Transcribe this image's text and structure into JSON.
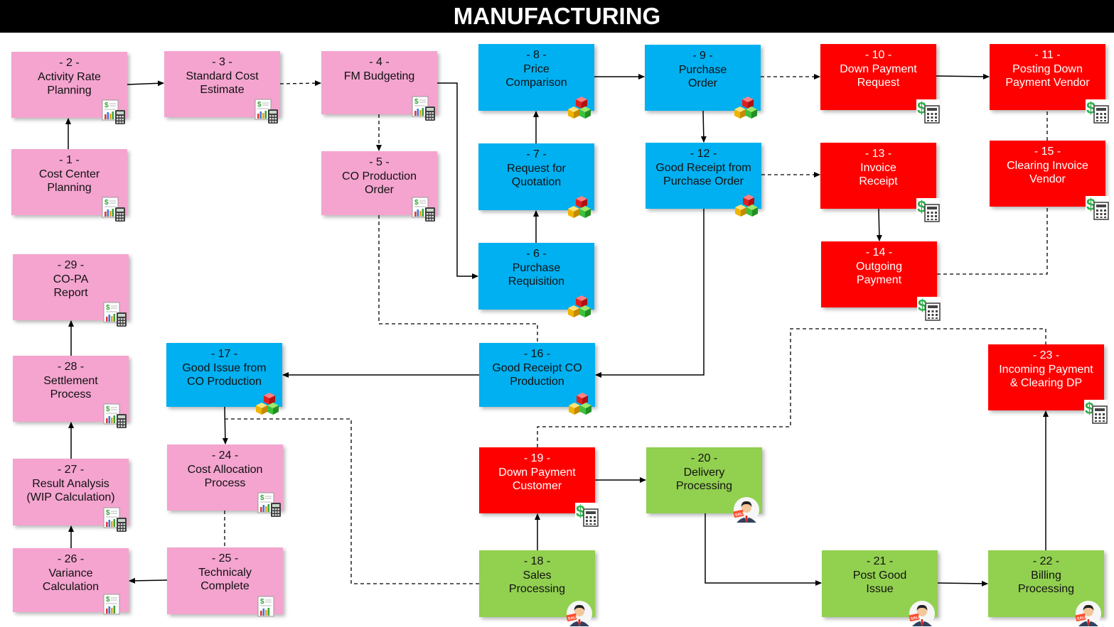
{
  "title": "MANUFACTURING",
  "colors": {
    "controlling": "#f4a4cf",
    "materials": "#00b0f0",
    "finance": "#ff0000",
    "sales": "#92d050"
  },
  "nodes": [
    {
      "id": "n1",
      "kind": "controlling",
      "icon": "report-calculator-icon",
      "lines": [
        "- 1 -",
        "Cost Center",
        "Planning"
      ]
    },
    {
      "id": "n2",
      "kind": "controlling",
      "icon": "report-calculator-icon",
      "lines": [
        "- 2 -",
        "Activity Rate",
        "Planning"
      ]
    },
    {
      "id": "n3",
      "kind": "controlling",
      "icon": "report-calculator-icon",
      "lines": [
        "- 3 -",
        "Standard Cost",
        "Estimate"
      ]
    },
    {
      "id": "n4",
      "kind": "controlling",
      "icon": "report-calculator-icon",
      "lines": [
        "- 4 -",
        "FM Budgeting"
      ]
    },
    {
      "id": "n5",
      "kind": "controlling",
      "icon": "report-calculator-icon",
      "lines": [
        "- 5 -",
        "CO Production",
        "Order"
      ]
    },
    {
      "id": "n6",
      "kind": "materials",
      "icon": "cubes-icon",
      "lines": [
        "- 6 -",
        "Purchase",
        "Requisition"
      ]
    },
    {
      "id": "n7",
      "kind": "materials",
      "icon": "cubes-icon",
      "lines": [
        "- 7 -",
        "Request for",
        "Quotation"
      ]
    },
    {
      "id": "n8",
      "kind": "materials",
      "icon": "cubes-icon",
      "lines": [
        "- 8 -",
        "Price",
        "Comparison"
      ]
    },
    {
      "id": "n9",
      "kind": "materials",
      "icon": "cubes-icon",
      "lines": [
        "- 9 -",
        "Purchase",
        "Order"
      ]
    },
    {
      "id": "n10",
      "kind": "finance",
      "icon": "dollar-calculator-icon",
      "lines": [
        "- 10 -",
        "Down Payment",
        "Request"
      ]
    },
    {
      "id": "n11",
      "kind": "finance",
      "icon": "dollar-calculator-icon",
      "lines": [
        "- 11 -",
        "Posting Down",
        "Payment Vendor"
      ]
    },
    {
      "id": "n12",
      "kind": "materials",
      "icon": "cubes-icon",
      "lines": [
        "- 12 -",
        "Good Receipt from",
        "Purchase Order"
      ]
    },
    {
      "id": "n13",
      "kind": "finance",
      "icon": "dollar-calculator-icon",
      "lines": [
        "- 13 -",
        "Invoice",
        "Receipt"
      ]
    },
    {
      "id": "n14",
      "kind": "finance",
      "icon": "dollar-calculator-icon",
      "lines": [
        "- 14 -",
        "Outgoing",
        "Payment"
      ]
    },
    {
      "id": "n15",
      "kind": "finance",
      "icon": "dollar-calculator-icon",
      "lines": [
        "- 15 -",
        "Clearing Invoice",
        "Vendor"
      ]
    },
    {
      "id": "n16",
      "kind": "materials",
      "icon": "cubes-icon",
      "lines": [
        "- 16 -",
        "Good Receipt CO",
        "Production"
      ]
    },
    {
      "id": "n17",
      "kind": "materials",
      "icon": "cubes-icon",
      "lines": [
        "- 17 -",
        "Good Issue from",
        "CO Production"
      ]
    },
    {
      "id": "n18",
      "kind": "sales",
      "icon": "salesman-icon",
      "lines": [
        "- 18 -",
        "Sales",
        "Processing"
      ]
    },
    {
      "id": "n19",
      "kind": "finance",
      "icon": "dollar-calculator-icon",
      "lines": [
        "- 19 -",
        "Down Payment",
        "Customer"
      ]
    },
    {
      "id": "n20",
      "kind": "sales",
      "icon": "salesman-icon",
      "lines": [
        "- 20 -",
        "Delivery",
        "Processing"
      ]
    },
    {
      "id": "n21",
      "kind": "sales",
      "icon": "salesman-icon",
      "lines": [
        "- 21 -",
        "Post Good",
        "Issue"
      ]
    },
    {
      "id": "n22",
      "kind": "sales",
      "icon": "salesman-icon",
      "lines": [
        "- 22 -",
        "Billing",
        "Processing"
      ]
    },
    {
      "id": "n23",
      "kind": "finance",
      "icon": "dollar-calculator-icon",
      "lines": [
        "- 23 -",
        "Incoming Payment",
        "& Clearing DP"
      ]
    },
    {
      "id": "n24",
      "kind": "controlling",
      "icon": "report-calculator-icon",
      "lines": [
        "- 24 -",
        "Cost Allocation",
        "Process"
      ]
    },
    {
      "id": "n25",
      "kind": "controlling",
      "icon": "report-icon",
      "lines": [
        "- 25 -",
        "Technicaly",
        "Complete"
      ]
    },
    {
      "id": "n26",
      "kind": "controlling",
      "icon": "report-icon",
      "lines": [
        "- 26 -",
        "Variance",
        "Calculation"
      ]
    },
    {
      "id": "n27",
      "kind": "controlling",
      "icon": "report-calculator-icon",
      "lines": [
        "- 27 -",
        "Result Analysis",
        "(WIP Calculation)"
      ]
    },
    {
      "id": "n28",
      "kind": "controlling",
      "icon": "report-calculator-icon",
      "lines": [
        "- 28 -",
        "Settlement",
        "Process"
      ]
    },
    {
      "id": "n29",
      "kind": "controlling",
      "icon": "report-calculator-icon",
      "lines": [
        "- 29 -",
        "CO-PA",
        "Report"
      ]
    }
  ],
  "edges": [
    {
      "from": "n1",
      "to": "n2",
      "style": "solid"
    },
    {
      "from": "n2",
      "to": "n3",
      "style": "solid"
    },
    {
      "from": "n3",
      "to": "n4",
      "style": "dashed"
    },
    {
      "from": "n4",
      "to": "n5",
      "style": "dashed"
    },
    {
      "from": "n4",
      "to": "n6",
      "style": "solid"
    },
    {
      "from": "n6",
      "to": "n7",
      "style": "solid"
    },
    {
      "from": "n7",
      "to": "n8",
      "style": "solid"
    },
    {
      "from": "n8",
      "to": "n9",
      "style": "solid"
    },
    {
      "from": "n9",
      "to": "n10",
      "style": "dashed"
    },
    {
      "from": "n10",
      "to": "n11",
      "style": "solid"
    },
    {
      "from": "n9",
      "to": "n12",
      "style": "solid"
    },
    {
      "from": "n12",
      "to": "n13",
      "style": "dashed"
    },
    {
      "from": "n13",
      "to": "n14",
      "style": "solid"
    },
    {
      "from": "n14",
      "to": "n15",
      "style": "dashed"
    },
    {
      "from": "n15",
      "to": "n11",
      "style": "dashed"
    },
    {
      "from": "n12",
      "to": "n16",
      "style": "solid"
    },
    {
      "from": "n5",
      "to": "n16",
      "style": "dashed"
    },
    {
      "from": "n16",
      "to": "n17",
      "style": "solid"
    },
    {
      "from": "n17",
      "to": "n24",
      "style": "solid"
    },
    {
      "from": "n17",
      "to": "n18",
      "style": "dashed"
    },
    {
      "from": "n18",
      "to": "n19",
      "style": "solid"
    },
    {
      "from": "n19",
      "to": "n20",
      "style": "solid"
    },
    {
      "from": "n19",
      "to": "n23",
      "style": "dashed"
    },
    {
      "from": "n20",
      "to": "n21",
      "style": "solid"
    },
    {
      "from": "n21",
      "to": "n22",
      "style": "solid"
    },
    {
      "from": "n22",
      "to": "n23",
      "style": "solid"
    },
    {
      "from": "n24",
      "to": "n25",
      "style": "dashed"
    },
    {
      "from": "n25",
      "to": "n26",
      "style": "solid"
    },
    {
      "from": "n26",
      "to": "n27",
      "style": "solid"
    },
    {
      "from": "n27",
      "to": "n28",
      "style": "solid"
    },
    {
      "from": "n28",
      "to": "n29",
      "style": "solid"
    }
  ]
}
